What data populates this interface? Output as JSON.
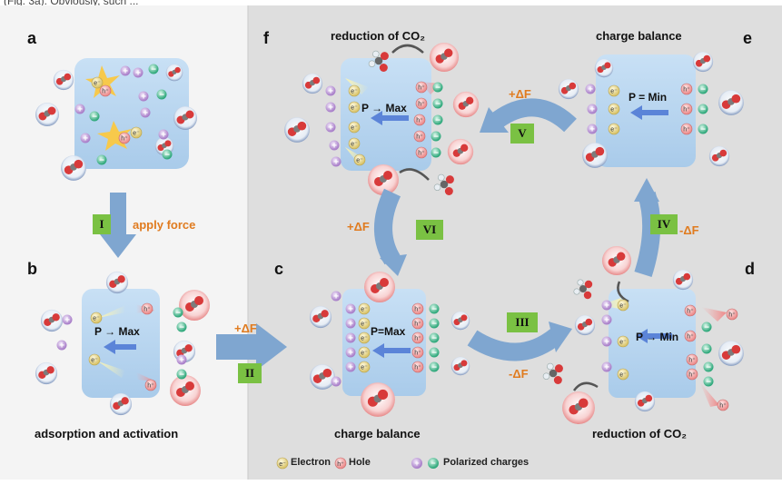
{
  "header_fragment": "(Fig. 3a). Obviously, such  ...",
  "panels": {
    "a": {
      "letter": "a"
    },
    "b": {
      "letter": "b",
      "caption": "adsorption and activation",
      "state": "P → Max"
    },
    "c": {
      "letter": "c",
      "caption": "charge balance",
      "state": "P=Max"
    },
    "d": {
      "letter": "d",
      "caption": "reduction of CO₂",
      "state": "P → Min"
    },
    "e": {
      "letter": "e",
      "caption": "charge balance",
      "state": "P = Min"
    },
    "f": {
      "letter": "f",
      "caption": "reduction of CO₂",
      "state": "P → Max"
    }
  },
  "steps": {
    "I": {
      "roman": "I",
      "text": "apply force"
    },
    "II": {
      "roman": "II",
      "text": "+ΔF"
    },
    "III": {
      "roman": "III",
      "text": "-ΔF"
    },
    "IV": {
      "roman": "IV",
      "text": "-ΔF"
    },
    "V": {
      "roman": "V",
      "text": "+ΔF"
    },
    "VI": {
      "roman": "VI",
      "text": "+ΔF"
    }
  },
  "particles": {
    "electron": "e⁻",
    "hole": "h⁺",
    "plus": "+",
    "minus": "−"
  },
  "legend": {
    "electron": "Electron",
    "hole": "Hole",
    "polarized": "Polarized charges"
  },
  "colors": {
    "grey_bg": "#dedede",
    "block": "#bcd8f2",
    "arrow": "#7fa6d0",
    "roman_box": "#7ac143",
    "force_text": "#e07b1f",
    "plus_charge": "#b58fd0",
    "minus_charge": "#3cb888",
    "electron": "#e9d98c",
    "hole": "#f3a2a2"
  }
}
